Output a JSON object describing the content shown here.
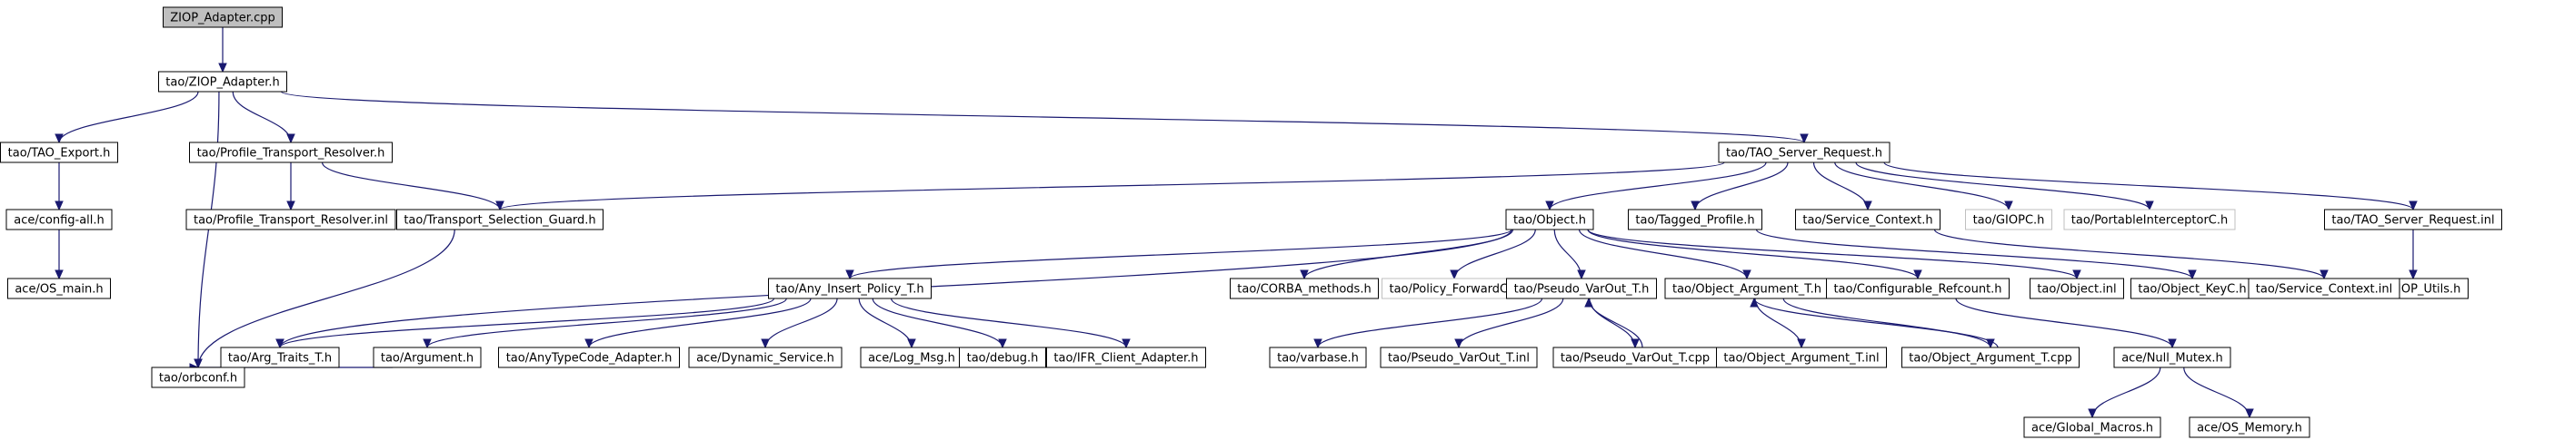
{
  "diagram": {
    "title": "ZIOP_Adapter.cpp include dependency graph",
    "colors": {
      "edge": "#191970",
      "root_fill": "#bfbfbf",
      "ghost_border": "#bfbfbf"
    },
    "nodes": [
      {
        "id": "n0",
        "label": "ZIOP_Adapter.cpp",
        "root": true
      },
      {
        "id": "n1",
        "label": "tao/ZIOP_Adapter.h"
      },
      {
        "id": "n2",
        "label": "tao/TAO_Export.h"
      },
      {
        "id": "n3",
        "label": "tao/Profile_Transport_Resolver.h"
      },
      {
        "id": "n4",
        "label": "tao/TAO_Server_Request.h"
      },
      {
        "id": "n5",
        "label": "ace/config-all.h"
      },
      {
        "id": "n6",
        "label": "ace/OS_main.h"
      },
      {
        "id": "n7",
        "label": "tao/Profile_Transport_Resolver.inl"
      },
      {
        "id": "n8",
        "label": "tao/Transport_Selection_Guard.h"
      },
      {
        "id": "n9",
        "label": "tao/orbconf.h"
      },
      {
        "id": "n10",
        "label": "tao/Object.h"
      },
      {
        "id": "n11",
        "label": "tao/Tagged_Profile.h"
      },
      {
        "id": "n12",
        "label": "tao/Service_Context.h"
      },
      {
        "id": "n13",
        "label": "tao/GIOPC.h",
        "ghost": true
      },
      {
        "id": "n14",
        "label": "tao/PortableInterceptorC.h",
        "ghost": true
      },
      {
        "id": "n15",
        "label": "tao/TAO_Server_Request.inl"
      },
      {
        "id": "n16",
        "label": "tao/GIOP_Utils.h"
      },
      {
        "id": "n17",
        "label": "tao/Any_Insert_Policy_T.h"
      },
      {
        "id": "n18",
        "label": "tao/CORBA_methods.h"
      },
      {
        "id": "n19",
        "label": "tao/Policy_ForwardC.h",
        "ghost": true
      },
      {
        "id": "n20",
        "label": "tao/Pseudo_VarOut_T.h"
      },
      {
        "id": "n21",
        "label": "tao/Object_Argument_T.h"
      },
      {
        "id": "n22",
        "label": "tao/Configurable_Refcount.h"
      },
      {
        "id": "n23",
        "label": "tao/Object.inl"
      },
      {
        "id": "n24",
        "label": "tao/Object_KeyC.h"
      },
      {
        "id": "n25",
        "label": "tao/Service_Context.inl"
      },
      {
        "id": "n26",
        "label": "tao/Arg_Traits_T.h"
      },
      {
        "id": "n27",
        "label": "tao/Argument.h"
      },
      {
        "id": "n28",
        "label": "tao/AnyTypeCode_Adapter.h"
      },
      {
        "id": "n29",
        "label": "ace/Dynamic_Service.h"
      },
      {
        "id": "n30",
        "label": "ace/Log_Msg.h"
      },
      {
        "id": "n31",
        "label": "tao/debug.h"
      },
      {
        "id": "n32",
        "label": "tao/IFR_Client_Adapter.h"
      },
      {
        "id": "n33",
        "label": "tao/varbase.h"
      },
      {
        "id": "n34",
        "label": "tao/Pseudo_VarOut_T.inl"
      },
      {
        "id": "n35",
        "label": "tao/Pseudo_VarOut_T.cpp"
      },
      {
        "id": "n36",
        "label": "tao/Object_Argument_T.inl"
      },
      {
        "id": "n37",
        "label": "tao/Object_Argument_T.cpp"
      },
      {
        "id": "n38",
        "label": "ace/Null_Mutex.h"
      },
      {
        "id": "n39",
        "label": "ace/Global_Macros.h"
      },
      {
        "id": "n40",
        "label": "ace/OS_Memory.h"
      }
    ],
    "edges": [
      [
        "n0",
        "n1"
      ],
      [
        "n1",
        "n2"
      ],
      [
        "n1",
        "n3"
      ],
      [
        "n1",
        "n9"
      ],
      [
        "n1",
        "n4"
      ],
      [
        "n2",
        "n5"
      ],
      [
        "n5",
        "n6"
      ],
      [
        "n3",
        "n7"
      ],
      [
        "n3",
        "n8"
      ],
      [
        "n8",
        "n9"
      ],
      [
        "n4",
        "n8"
      ],
      [
        "n4",
        "n10"
      ],
      [
        "n4",
        "n11"
      ],
      [
        "n4",
        "n12"
      ],
      [
        "n4",
        "n13"
      ],
      [
        "n4",
        "n14"
      ],
      [
        "n4",
        "n15"
      ],
      [
        "n15",
        "n16"
      ],
      [
        "n11",
        "n24"
      ],
      [
        "n12",
        "n25"
      ],
      [
        "n10",
        "n26"
      ],
      [
        "n10",
        "n17"
      ],
      [
        "n10",
        "n18"
      ],
      [
        "n10",
        "n19"
      ],
      [
        "n10",
        "n20"
      ],
      [
        "n10",
        "n21"
      ],
      [
        "n10",
        "n22"
      ],
      [
        "n10",
        "n23"
      ],
      [
        "n17",
        "n26"
      ],
      [
        "n17",
        "n27"
      ],
      [
        "n17",
        "n28"
      ],
      [
        "n17",
        "n29"
      ],
      [
        "n17",
        "n30"
      ],
      [
        "n17",
        "n31"
      ],
      [
        "n17",
        "n32"
      ],
      [
        "n27",
        "n9"
      ],
      [
        "n20",
        "n33"
      ],
      [
        "n20",
        "n34"
      ],
      [
        "n20",
        "n35"
      ],
      [
        "n35",
        "n20"
      ],
      [
        "n21",
        "n36"
      ],
      [
        "n21",
        "n37"
      ],
      [
        "n37",
        "n21"
      ],
      [
        "n22",
        "n38"
      ],
      [
        "n38",
        "n39"
      ],
      [
        "n38",
        "n40"
      ]
    ]
  }
}
